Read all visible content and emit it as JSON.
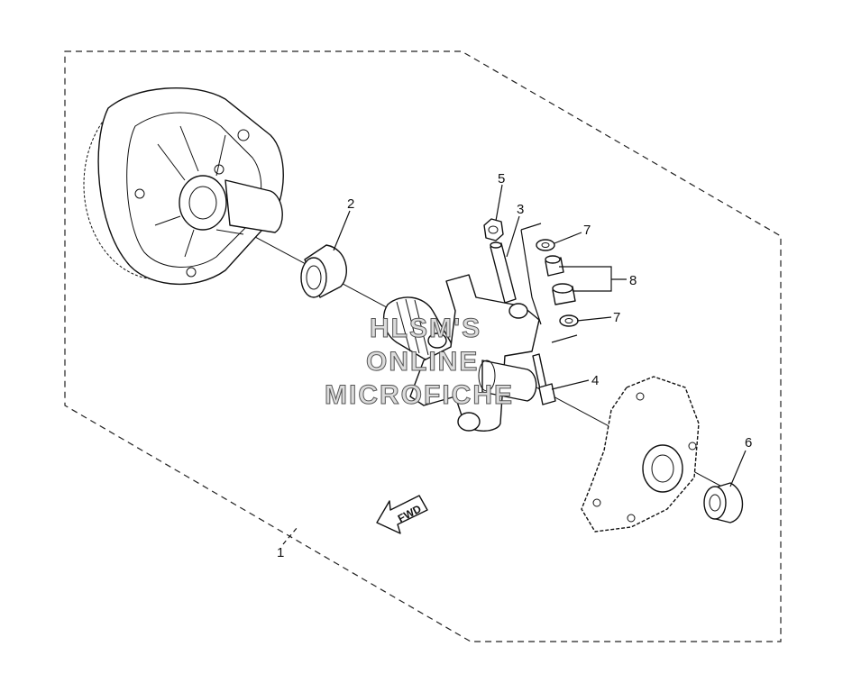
{
  "callouts": {
    "c1": "1",
    "c2": "2",
    "c3": "3",
    "c4": "4",
    "c5": "5",
    "c6": "6",
    "c7a": "7",
    "c7b": "7",
    "c8": "8"
  },
  "direction_marker": "FWD",
  "watermark": {
    "line1": "HLSM'S",
    "line2": "ONLINE",
    "line3": "MICROFICHE"
  }
}
